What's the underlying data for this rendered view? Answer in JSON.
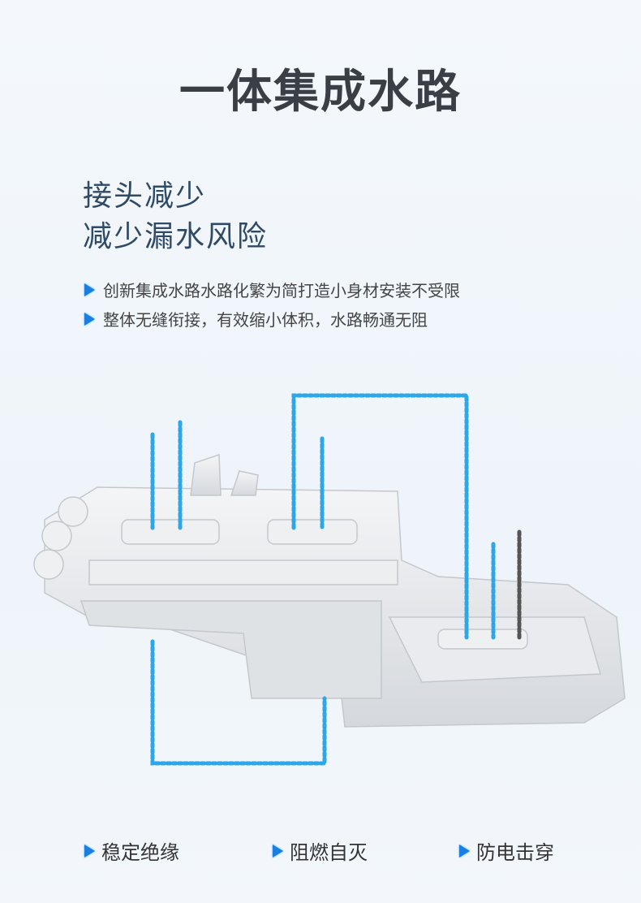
{
  "title": "一体集成水路",
  "subtitle": [
    "接头减少",
    "减少漏水风险"
  ],
  "bullets": [
    "创新集成水路水路化繁为简打造小身材安装不受限",
    "整体无缝衔接，有效缩小体积，水路畅通无阻"
  ],
  "features": [
    "稳定绝缘",
    "阻燃自灭",
    "防电击穿"
  ],
  "colors": {
    "accent": "#1a7fe0",
    "water": "#2ea7ea",
    "body": "#e6e8eb"
  }
}
